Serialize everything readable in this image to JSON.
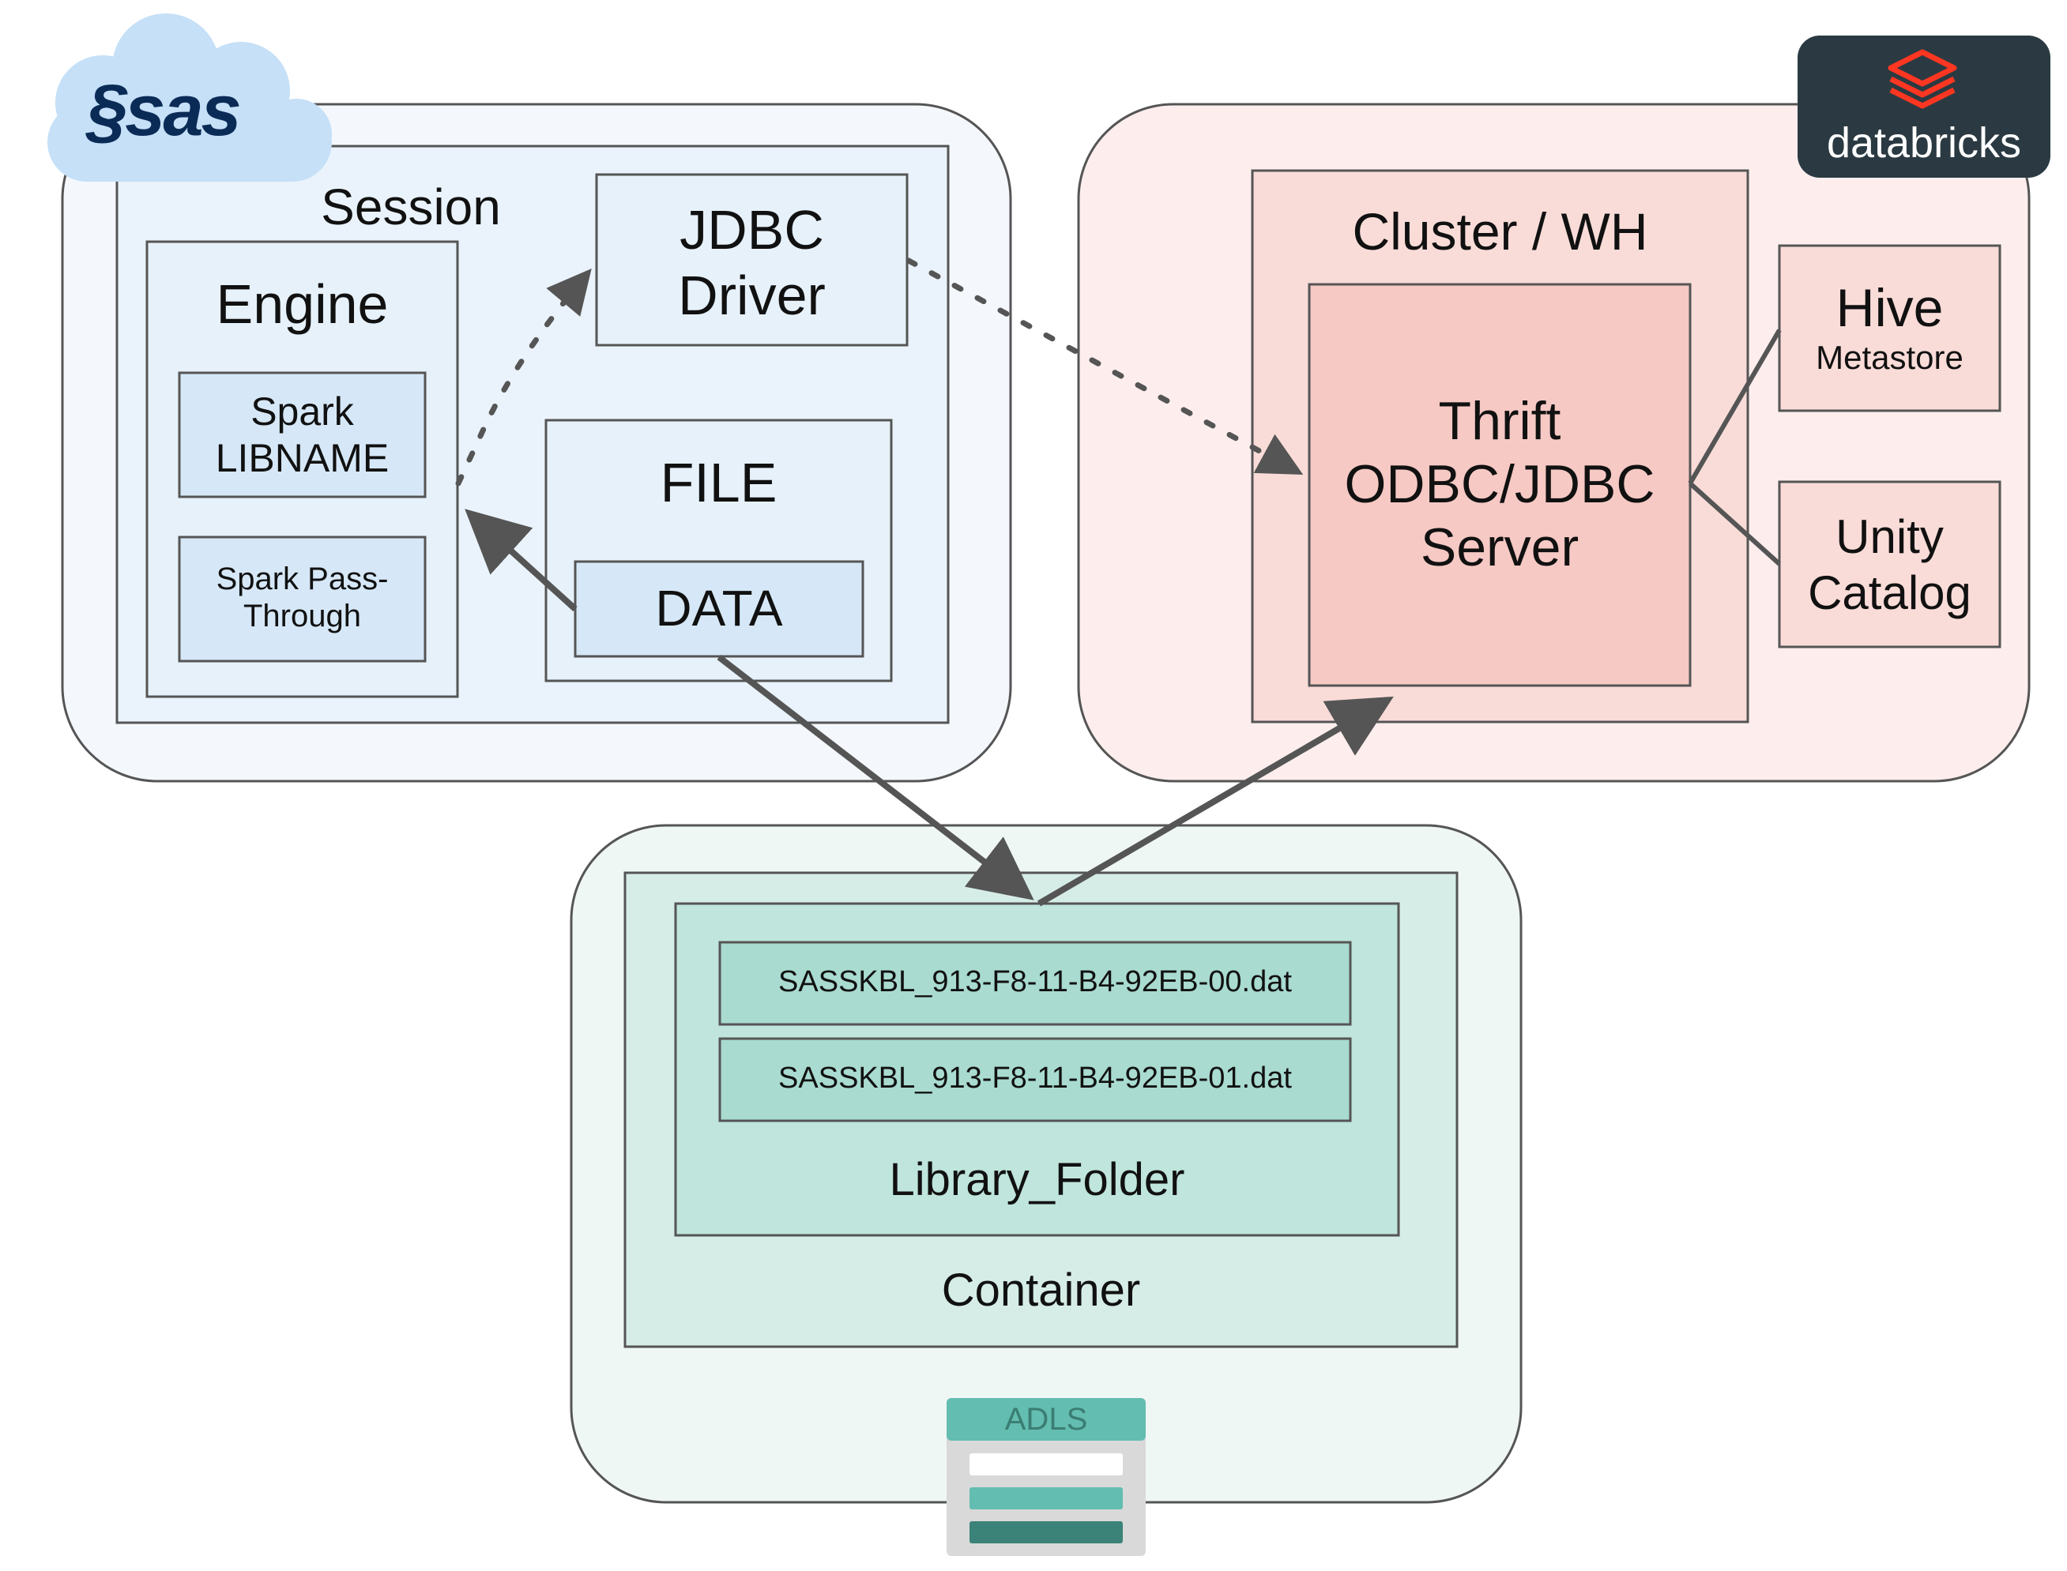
{
  "sas": {
    "logo_text": "sas",
    "session": "Session",
    "engine": "Engine",
    "spark_libname": "Spark LIBNAME",
    "spark_passthrough": "Spark Pass-Through",
    "jdbc_driver": "JDBC Driver",
    "file": "FILE",
    "data": "DATA"
  },
  "databricks": {
    "logo_text": "databricks",
    "cluster": "Cluster / WH",
    "thrift": "Thrift ODBC/JDBC Server",
    "hive": "Hive",
    "hive_sub": "Metastore",
    "unity": "Unity Catalog"
  },
  "adls": {
    "icon_label": "ADLS",
    "container": "Container",
    "library_folder": "Library_Folder",
    "files": [
      "SASSKBL_913-F8-11-B4-92EB-00.dat",
      "SASSKBL_913-F8-11-B4-92EB-01.dat"
    ]
  },
  "colors": {
    "sas_region": "#f4f8fd",
    "sas_inner": "#eaf3fb",
    "sas_box": "#d6e8f7",
    "db_region": "#fdeeed",
    "db_inner": "#f9dcd8",
    "db_server": "#f6c9c4",
    "adls_region": "#eff7f5",
    "adls_inner": "#d6ede7",
    "adls_folder": "#bfe5dc",
    "adls_file": "#a9dbd0",
    "stroke": "#555555",
    "databricks_red": "#ff3621",
    "databricks_bg": "#2b3a42",
    "sas_navy": "#0b2b57",
    "cloud": "#c5e0f7",
    "adls_teal": "#63bdb0",
    "adls_dark": "#3b8378"
  }
}
